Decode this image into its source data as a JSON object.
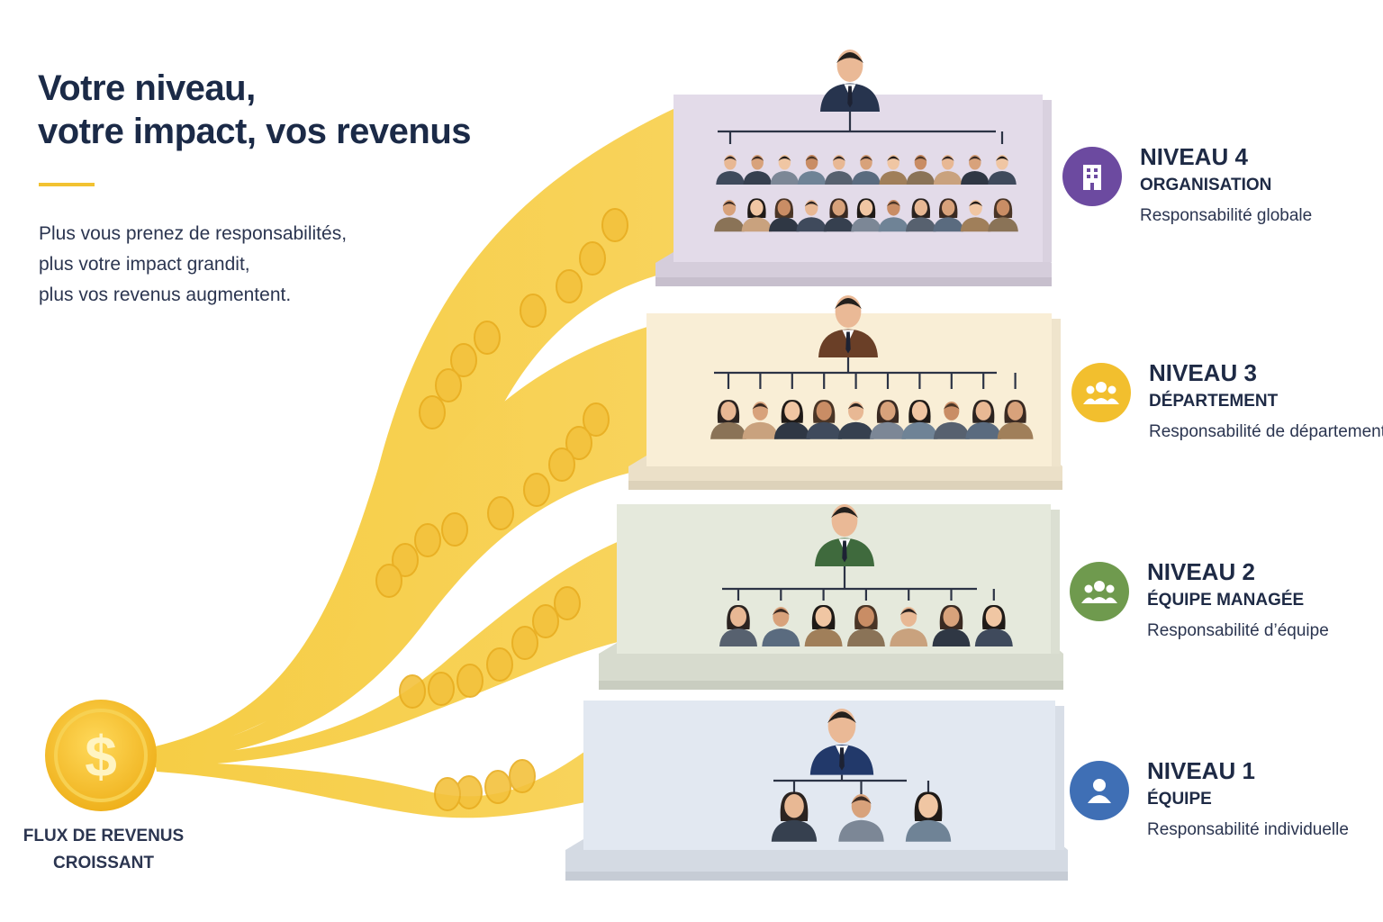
{
  "header": {
    "title_line1": "Votre niveau,",
    "title_line2": "votre impact, vos revenus",
    "intro_lines": [
      "Plus vous prenez de responsabilités,",
      "plus votre impact grandit,",
      "plus vos revenus augmentent."
    ]
  },
  "source": {
    "coin_symbol": "$",
    "caption_line1": "FLUX DE REVENUS",
    "caption_line2": "CROISSANT"
  },
  "levels": [
    {
      "title": "NIVEAU 4",
      "subtitle": "ORGANISATION",
      "description": "Responsabilité globale",
      "icon": "building-icon",
      "color": "#6c4aa0",
      "platform_color": "#e3dbe9",
      "team_size": 22
    },
    {
      "title": "NIVEAU 3",
      "subtitle": "DÉPARTEMENT",
      "description": "Responsabilité de département",
      "icon": "group-icon",
      "color": "#f2bf2e",
      "platform_color": "#f9eed6",
      "team_size": 10
    },
    {
      "title": "NIVEAU 2",
      "subtitle": "ÉQUIPE MANAGÉE",
      "description": "Responsabilité d’équipe",
      "icon": "team-icon",
      "color": "#6f9a4e",
      "platform_color": "#e5e9dc",
      "team_size": 7
    },
    {
      "title": "NIVEAU 1",
      "subtitle": "ÉQUIPE",
      "description": "Responsabilité individuelle",
      "icon": "user-icon",
      "color": "#3f6fb5",
      "platform_color": "#e2e8f1",
      "team_size": 3
    }
  ]
}
